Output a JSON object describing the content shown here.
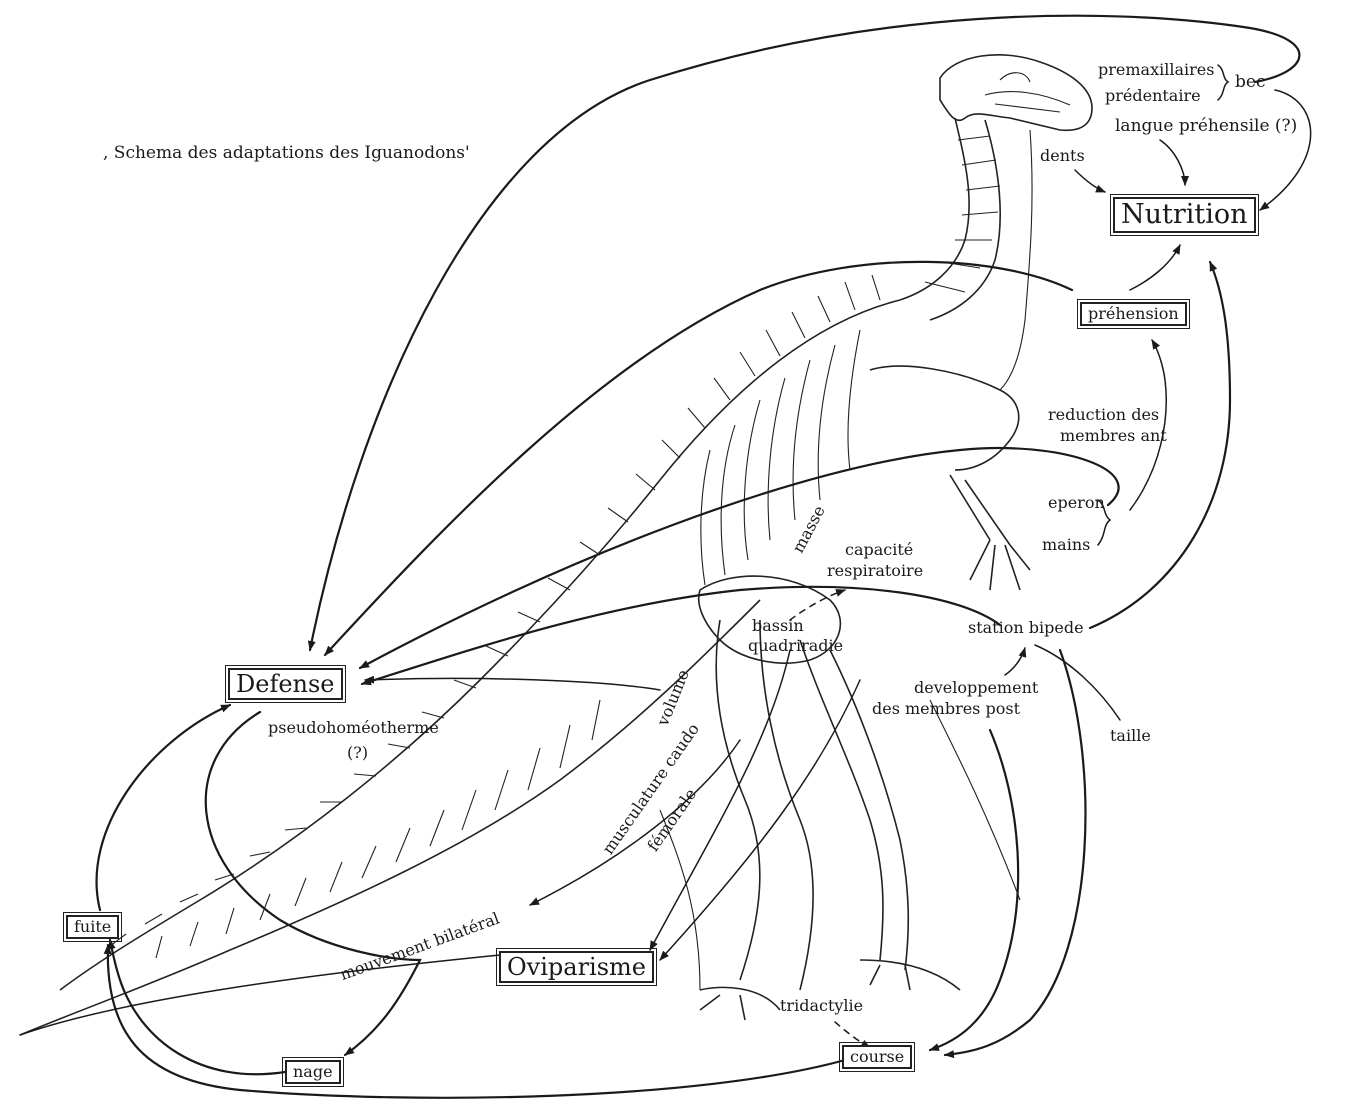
{
  "title": ", Schema des adaptations des Iguanodons'",
  "nodes": {
    "nutrition": "Nutrition",
    "defense": "Defense",
    "oviparisme": "Oviparisme",
    "prehension": "préhension",
    "fuite": "fuite",
    "nage": "nage",
    "course": "course"
  },
  "labels": {
    "premaxillaires": "premaxillaires",
    "predentaire": "prédentaire",
    "bec": "bec",
    "langue": "langue préhensile (?)",
    "dents": "dents",
    "reduction_line1": "reduction des",
    "reduction_line2": "membres ant",
    "eperon": "eperon",
    "mains": "mains",
    "capacite_line1": "capacité",
    "capacite_line2": "respiratoire",
    "bassin_line1": "bassin",
    "bassin_line2": "quadriradie",
    "station": "station bipede",
    "developpement_line1": "developpement",
    "developpement_line2": "des membres post",
    "taille": "taille",
    "pseudo_line1": "pseudohoméotherme",
    "pseudo_line2": "(?)",
    "masse": "masse",
    "volume": "volume",
    "musculature_line1": "musculature caudo",
    "musculature_line2": "fémorale",
    "mouvement": "mouvement bilatéral",
    "tridactylie": "tridactylie"
  }
}
